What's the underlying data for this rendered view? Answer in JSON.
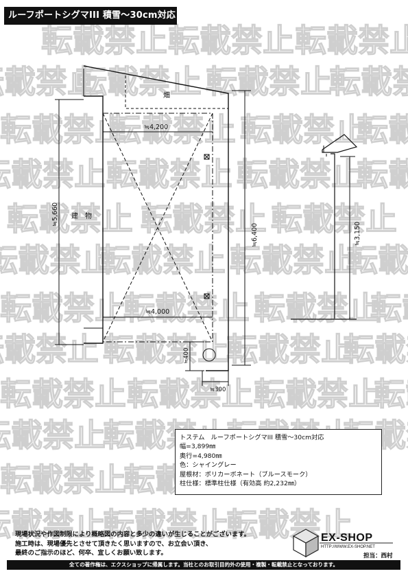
{
  "title": "ルーフポートシグマIII 積雪～30cm対応",
  "watermark_text": "転載禁止",
  "plan": {
    "field_label": "畑",
    "building_label": "建　物",
    "dim_top_width": "≒4,200",
    "dim_bottom_width": "≒4,000",
    "dim_left_depth": "≒5,660",
    "dim_right_depth": "≒6,400",
    "dim_side_height": "≒3,150",
    "dim_offset_vertical": "≒400",
    "dim_offset_horizontal": "≒300"
  },
  "spec": {
    "line1": "トステム　ルーフポートシグマIII 積雪～30cm対応",
    "line2": "幅=3,899㎜",
    "line3": "奥行=4,980㎜",
    "line4": "色：シャイングレー",
    "line5": "屋根材：ポリカーボネート（ブルースモーク）",
    "line6": "柱仕様：標準柱仕様（有効高 約2,232㎜）"
  },
  "notes": {
    "line1": "現場状況や作図制限により概略図の内容と多少の違いが生じることがございます。",
    "line2": "施工時は、現場優先とさせて頂きたく思いますので、お立会い頂き、",
    "line3": "最終のご指示のほど、何卒、宜しくお願い致します。"
  },
  "logo": {
    "name": "EX-SHOP",
    "url": "HTTP://WWW.EX-SHOP.NET",
    "staff": "担当：西村"
  },
  "footer": "全ての著作権は、エクスショップに帰属します。当社とのお取引目的外の使用・複製・転載禁止となっております。"
}
